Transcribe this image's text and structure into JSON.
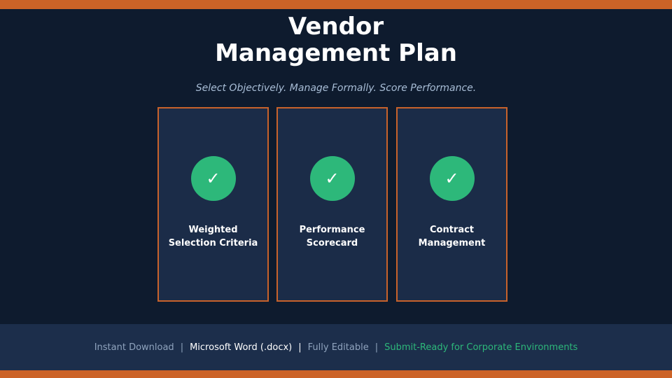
{
  "header": {
    "title_line1": "Vendor",
    "title_line2": "Management Plan",
    "subtitle": "Select Objectively. Manage Formally. Score Performance."
  },
  "cards": [
    {
      "icon": "check-icon",
      "check_glyph": "✓",
      "label_line1": "Weighted",
      "label_line2": "Selection Criteria"
    },
    {
      "icon": "check-icon",
      "check_glyph": "✓",
      "label_line1": "Performance",
      "label_line2": "Scorecard"
    },
    {
      "icon": "check-icon",
      "check_glyph": "✓",
      "label_line1": "Contract",
      "label_line2": "Management"
    }
  ],
  "footer": {
    "item1": "Instant Download",
    "item2": "Microsoft Word (.docx)",
    "item3": "Fully Editable",
    "item4": "Submit-Ready for Corporate Environments",
    "separator": "|"
  },
  "colors": {
    "background": "#0e1b2e",
    "accent_orange": "#cc6327",
    "card_background": "#1b2c48",
    "check_green": "#2db87a",
    "footer_background": "#1c2e4b"
  }
}
